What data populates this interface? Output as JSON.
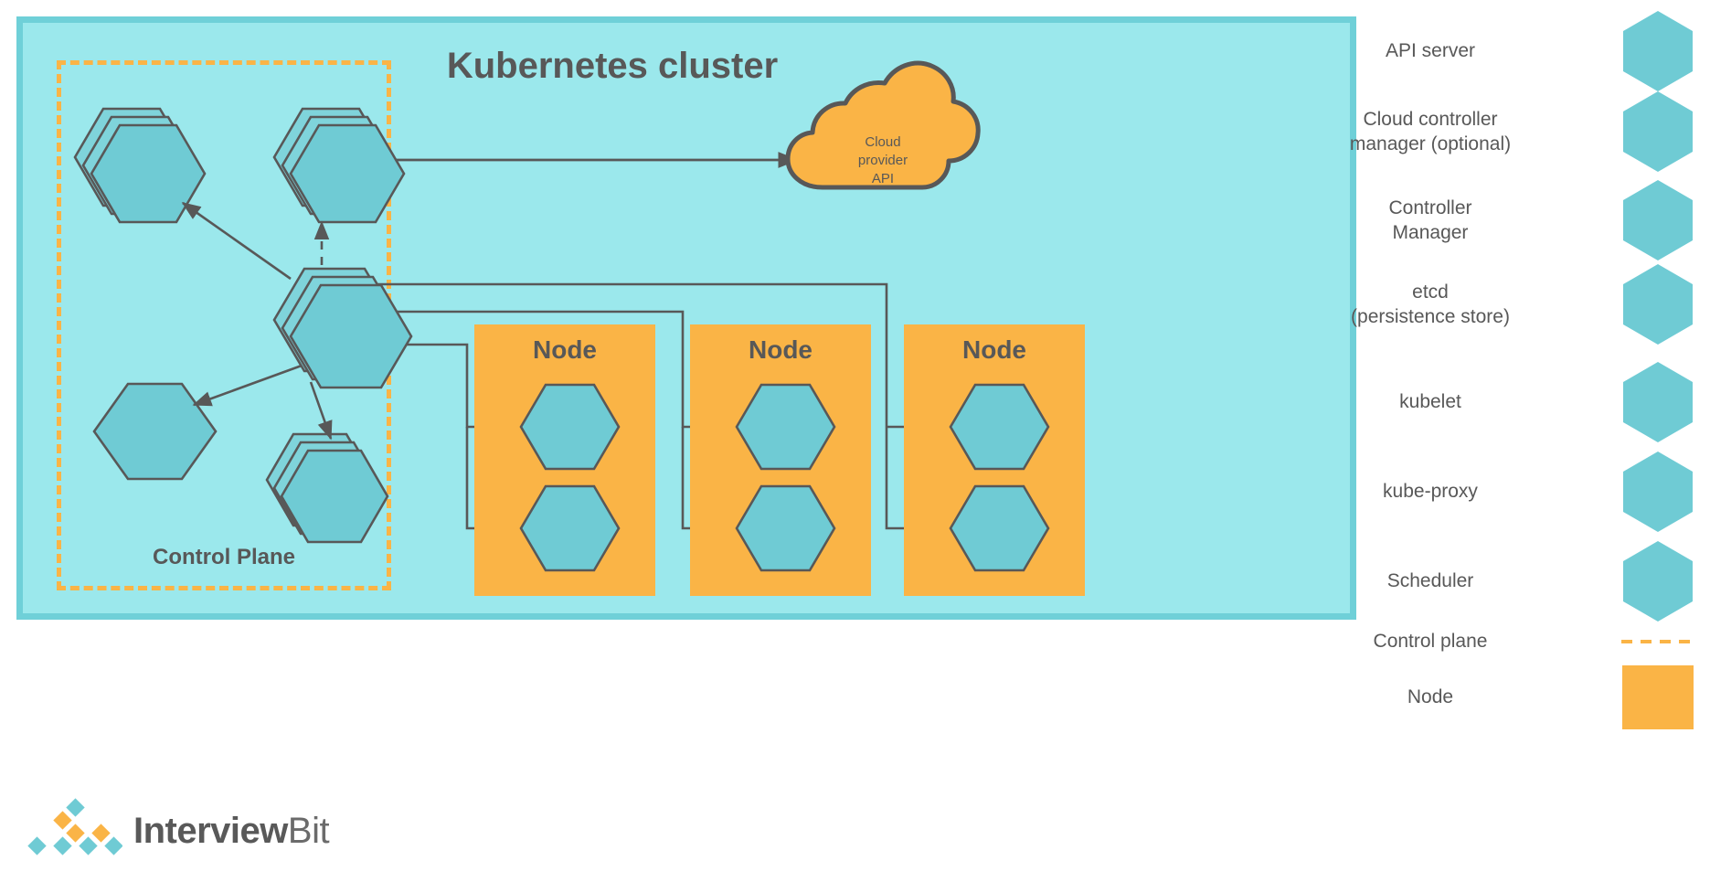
{
  "cluster": {
    "title": "Kubernetes cluster",
    "control_plane_label": "Control Plane",
    "cloud_line_1": "Cloud",
    "cloud_line_2": "provider",
    "cloud_line_3": "API",
    "nodes": [
      {
        "label": "Node"
      },
      {
        "label": "Node"
      },
      {
        "label": "Node"
      }
    ]
  },
  "legend": {
    "items": [
      {
        "label": "API server",
        "swatch": "hexagon-icon"
      },
      {
        "label": "Cloud controller\nmanager (optional)",
        "line1": "Cloud controller",
        "line2": "manager (optional)",
        "swatch": "hexagon-icon"
      },
      {
        "label": "Controller\nManager",
        "line1": "Controller",
        "line2": "Manager",
        "swatch": "hexagon-icon"
      },
      {
        "label": "etcd\n(persistence store)",
        "line1": "etcd",
        "line2": "(persistence store)",
        "swatch": "hexagon-icon"
      },
      {
        "label": "kubelet",
        "swatch": "hexagon-icon"
      },
      {
        "label": "kube-proxy",
        "swatch": "hexagon-icon"
      },
      {
        "label": "Scheduler",
        "swatch": "hexagon-icon"
      },
      {
        "label": "Control plane",
        "swatch": "dashed-line-icon"
      },
      {
        "label": "Node",
        "swatch": "orange-square-icon"
      }
    ]
  },
  "branding": {
    "name_bold": "Interview",
    "name_light": "Bit"
  },
  "colors": {
    "cluster_background": "#9BE8EC",
    "cluster_border": "#6FD0D8",
    "node_orange": "#FAB446",
    "hexagon_teal": "#6FCBD4",
    "stroke_gray": "#585858",
    "dashed_orange": "#FAB446",
    "text_gray": "#585858"
  }
}
